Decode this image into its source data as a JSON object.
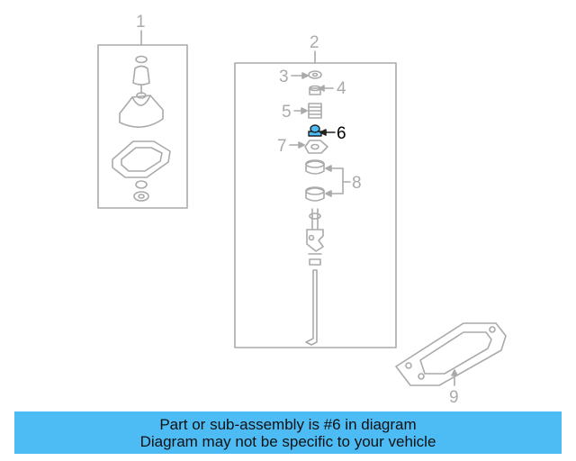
{
  "callouts": {
    "c1": "1",
    "c2": "2",
    "c3": "3",
    "c4": "4",
    "c5": "5",
    "c6": "6",
    "c7": "7",
    "c8": "8",
    "c9": "9"
  },
  "highlight_part": "6",
  "colors": {
    "line": "#aaaaaa",
    "highlight_fill": "#4dbcf5",
    "banner_bg": "#4dbcf5"
  },
  "banner": {
    "line1": "Part or sub-assembly is #6 in diagram",
    "line2": "Diagram may not be specific to your vehicle"
  }
}
